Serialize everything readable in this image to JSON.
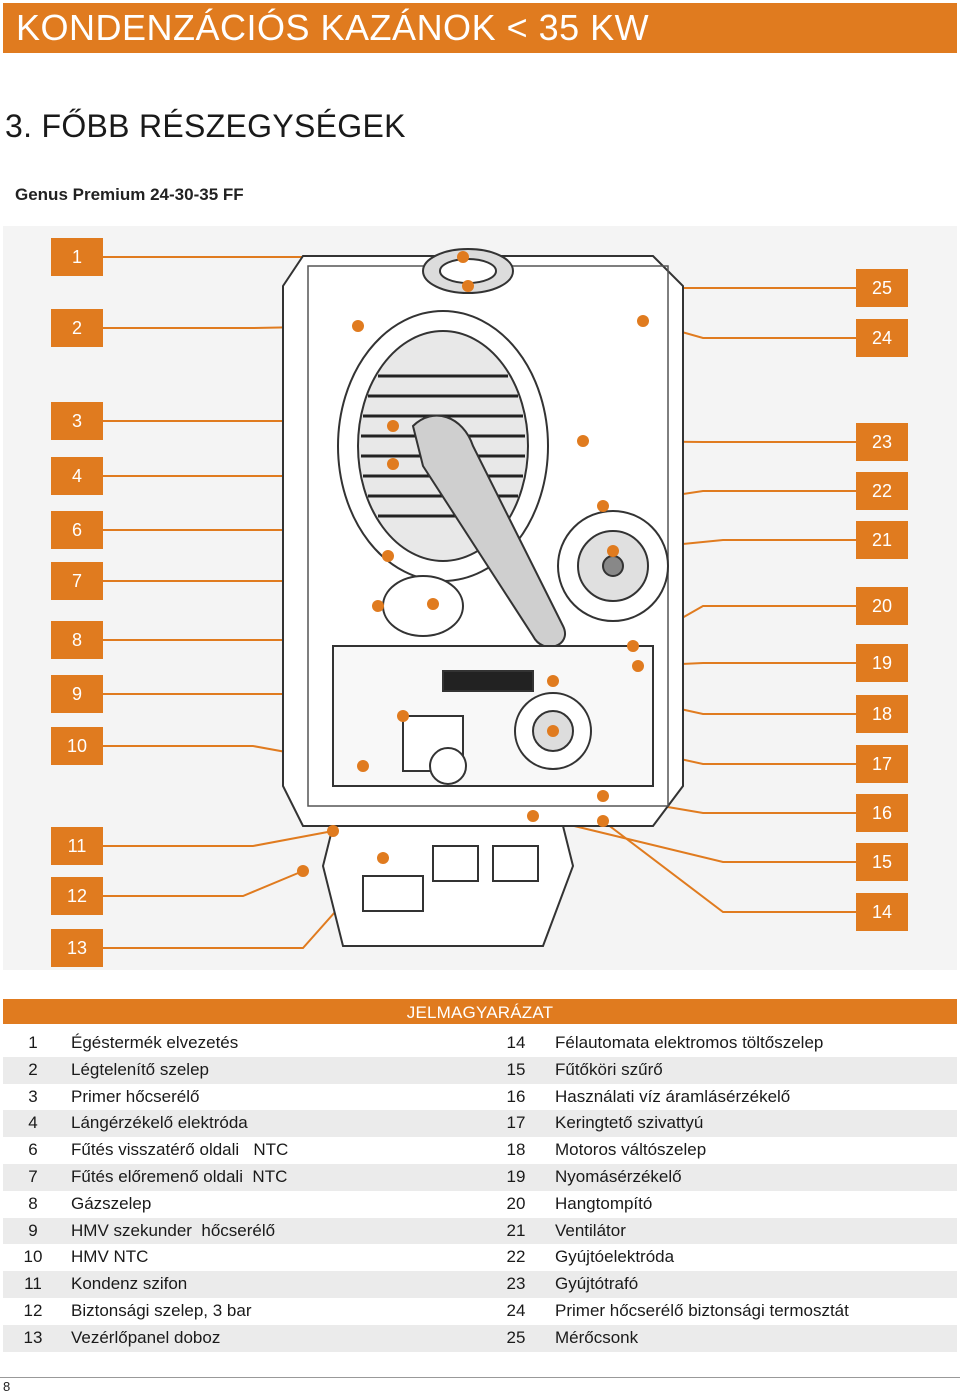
{
  "header": {
    "banner_title": "KONDENZÁCIÓS KAZÁNOK < 35 KW"
  },
  "section": {
    "title": "3. FŐBB RÉSZEGYSÉGEK"
  },
  "model": {
    "title": "Genus Premium 24-30-35 FF"
  },
  "colors": {
    "accent": "#e07b1f",
    "row_shade": "#ebebeb"
  },
  "callouts_left": [
    "1",
    "2",
    "3",
    "4",
    "6",
    "7",
    "8",
    "9",
    "10",
    "11",
    "12",
    "13"
  ],
  "callouts_right": [
    "25",
    "24",
    "23",
    "22",
    "21",
    "20",
    "19",
    "18",
    "17",
    "16",
    "15",
    "14"
  ],
  "legend": {
    "title": "JELMAGYARÁZAT",
    "rows": [
      {
        "n1": "1",
        "l1": "Égéstermék elvezetés",
        "n2": "14",
        "l2": "Félautomata elektromos töltőszelep"
      },
      {
        "n1": "2",
        "l1": "Légtelenítő szelep",
        "n2": "15",
        "l2": "Fűtőköri szűrő"
      },
      {
        "n1": "3",
        "l1": "Primer hőcserélő",
        "n2": "16",
        "l2": "Használati víz áramlásérzékelő"
      },
      {
        "n1": "4",
        "l1": "Lángérzékelő elektróda",
        "n2": "17",
        "l2": "Keringtető szivattyú"
      },
      {
        "n1": "6",
        "l1": "Fűtés visszatérő oldali   NTC",
        "n2": "18",
        "l2": "Motoros váltószelep"
      },
      {
        "n1": "7",
        "l1": "Fűtés előremenő oldali  NTC",
        "n2": "19",
        "l2": "Nyomásérzékelő"
      },
      {
        "n1": "8",
        "l1": "Gázszelep",
        "n2": "20",
        "l2": "Hangtompító"
      },
      {
        "n1": "9",
        "l1": "HMV szekunder  hőcserélő",
        "n2": "21",
        "l2": "Ventilátor"
      },
      {
        "n1": "10",
        "l1": "HMV NTC",
        "n2": "22",
        "l2": "Gyújtóelektróda"
      },
      {
        "n1": "11",
        "l1": "Kondenz szifon",
        "n2": "23",
        "l2": "Gyújtótrafó"
      },
      {
        "n1": "12",
        "l1": "Biztonsági szelep, 3 bar",
        "n2": "24",
        "l2": "Primer hőcserélő biztonsági termosztát"
      },
      {
        "n1": "13",
        "l1": "Vezérlőpanel doboz",
        "n2": "25",
        "l2": "Mérőcsonk"
      }
    ]
  },
  "footer": {
    "page_number": "8"
  }
}
